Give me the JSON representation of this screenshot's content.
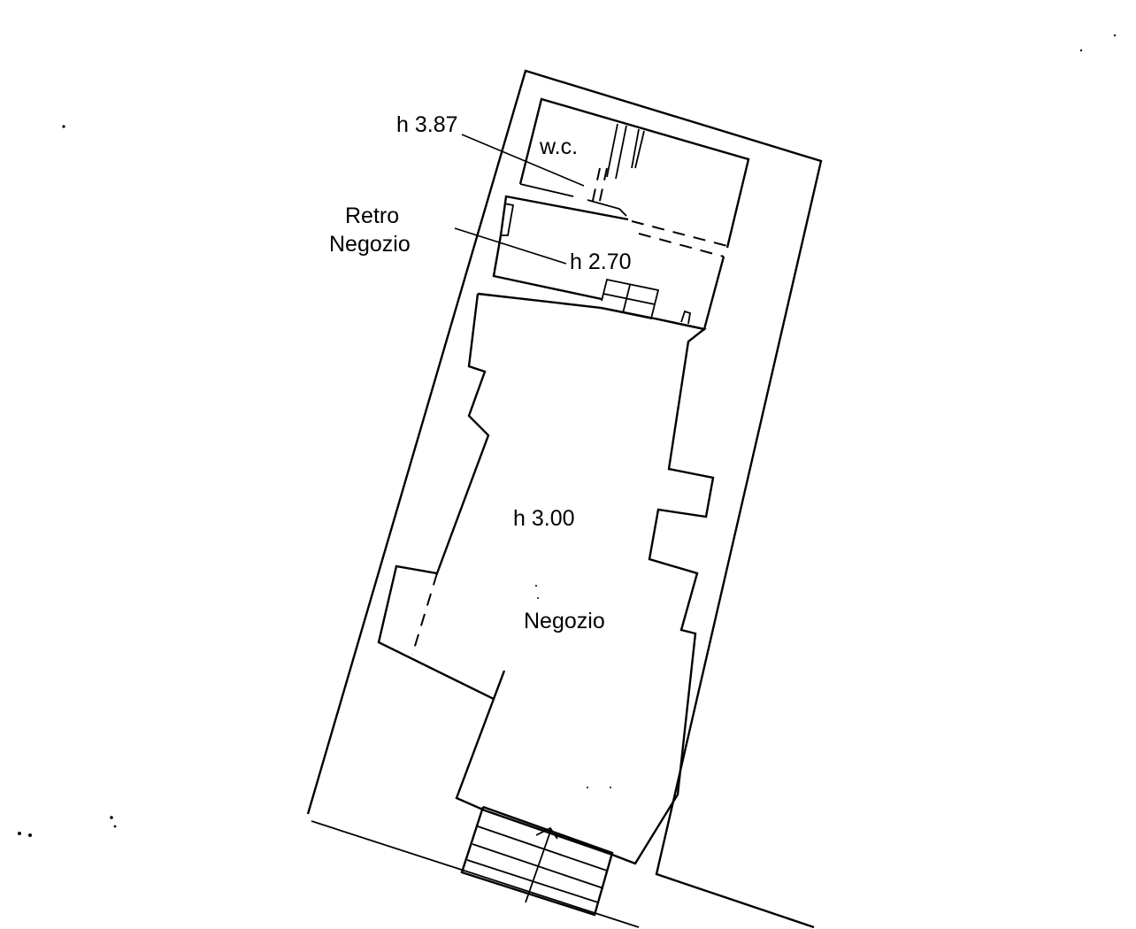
{
  "labels": {
    "wc_height": "h 3.87",
    "wc": "w.c.",
    "retro_line1": "Retro",
    "retro_line2": "Negozio",
    "retro_height": "h 2.70",
    "shop_height": "h 3.00",
    "shop": "Negozio"
  }
}
